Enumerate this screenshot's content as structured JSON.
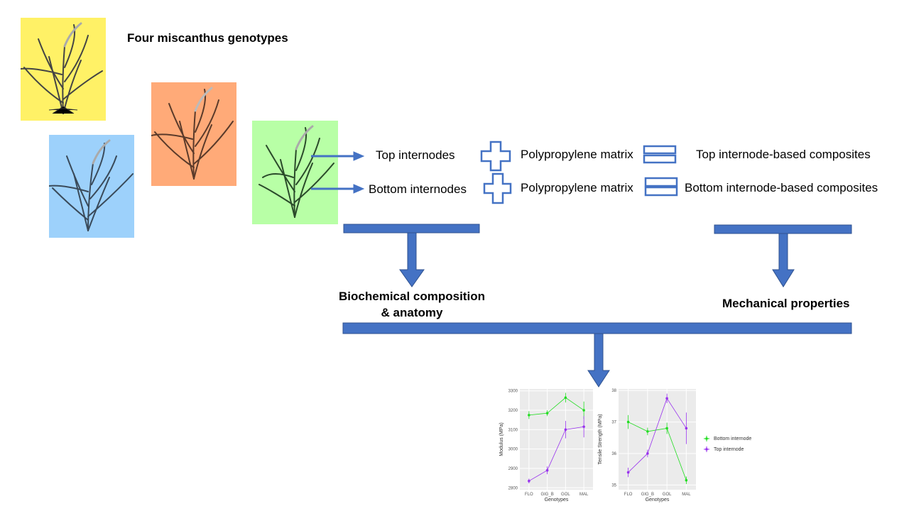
{
  "title": "Four miscanthus genotypes",
  "colors": {
    "yellow": "#FFF166",
    "blue": "#9DD1FB",
    "orange": "#FFAA78",
    "green": "#B8FFA6",
    "arrow": "#4472C4",
    "bottom_series": "#22DD22",
    "top_series": "#9933EE"
  },
  "flow": {
    "top_internodes": "Top internodes",
    "bottom_internodes": "Bottom internodes",
    "matrix_top": "Polypropylene matrix",
    "matrix_bottom": "Polypropylene matrix",
    "composite_top": "Top internode-based composites",
    "composite_bottom": "Bottom internode-based composites",
    "biochem_line1": "Biochemical composition",
    "biochem_line2": "& anatomy",
    "mechanical": "Mechanical properties"
  },
  "chart_data": [
    {
      "type": "line",
      "xlabel": "Genotypes",
      "ylabel": "Modulus (MPa)",
      "categories": [
        "FLO",
        "GIG_B",
        "GOL",
        "MAL"
      ],
      "yticks": [
        2800,
        2900,
        3000,
        3100,
        3200,
        3300
      ],
      "ylim": [
        2790,
        3310
      ],
      "series": [
        {
          "name": "Bottom internode",
          "values": [
            3175,
            3185,
            3265,
            3200
          ],
          "err": [
            20,
            15,
            25,
            45
          ]
        },
        {
          "name": "Top internode",
          "values": [
            2835,
            2890,
            3100,
            3115
          ],
          "err": [
            12,
            20,
            45,
            55
          ]
        }
      ]
    },
    {
      "type": "line",
      "xlabel": "Genotypes",
      "ylabel": "Tensile Strength (MPa)",
      "categories": [
        "FLO",
        "GIG_B",
        "GOL",
        "MAL"
      ],
      "yticks": [
        35,
        36,
        37,
        38
      ],
      "ylim": [
        34.85,
        38.05
      ],
      "series": [
        {
          "name": "Bottom internode",
          "values": [
            37.0,
            36.7,
            36.8,
            35.15
          ],
          "err": [
            0.22,
            0.12,
            0.18,
            0.12
          ]
        },
        {
          "name": "Top internode",
          "values": [
            35.4,
            36.0,
            37.75,
            36.8
          ],
          "err": [
            0.15,
            0.12,
            0.15,
            0.5
          ]
        }
      ],
      "legend": {
        "placement": "right",
        "entries": [
          "Bottom internode",
          "Top internode"
        ]
      }
    }
  ]
}
